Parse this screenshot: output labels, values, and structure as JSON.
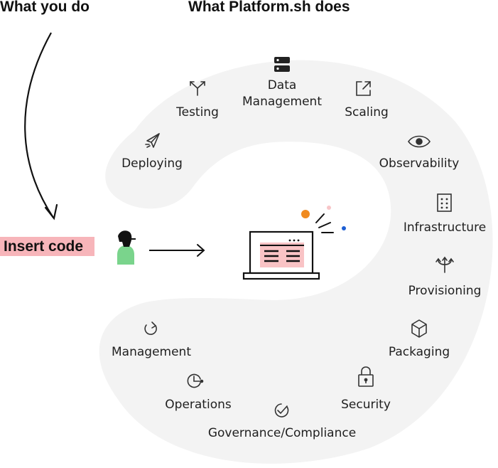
{
  "headers": {
    "left": "What you do",
    "right": "What Platform.sh does"
  },
  "insert_code": "Insert code",
  "steps": {
    "data_management": "Data\nManagement",
    "testing": "Testing",
    "scaling": "Scaling",
    "deploying": "Deploying",
    "observability": "Observability",
    "infrastructure": "Infrastructure",
    "provisioning": "Provisioning",
    "packaging": "Packaging",
    "security": "Security",
    "governance": "Governance/Compliance",
    "operations": "Operations",
    "management": "Management"
  },
  "colors": {
    "ring": "#f3f3f3",
    "highlight": "#f7b5ba",
    "screen_pink": "#f9c3c5",
    "person_green": "#7ad48c",
    "dot_orange": "#f08a1f",
    "dot_pink": "#f8c5c8",
    "dot_blue": "#1d5fd4"
  },
  "icons": [
    "database-icon",
    "fork-icon",
    "external-link-icon",
    "paper-plane-icon",
    "eye-icon",
    "building-icon",
    "trident-icon",
    "cube-icon",
    "lock-icon",
    "check-circle-icon",
    "clock-icon",
    "refresh-icon",
    "laptop-icon",
    "person-icon"
  ]
}
